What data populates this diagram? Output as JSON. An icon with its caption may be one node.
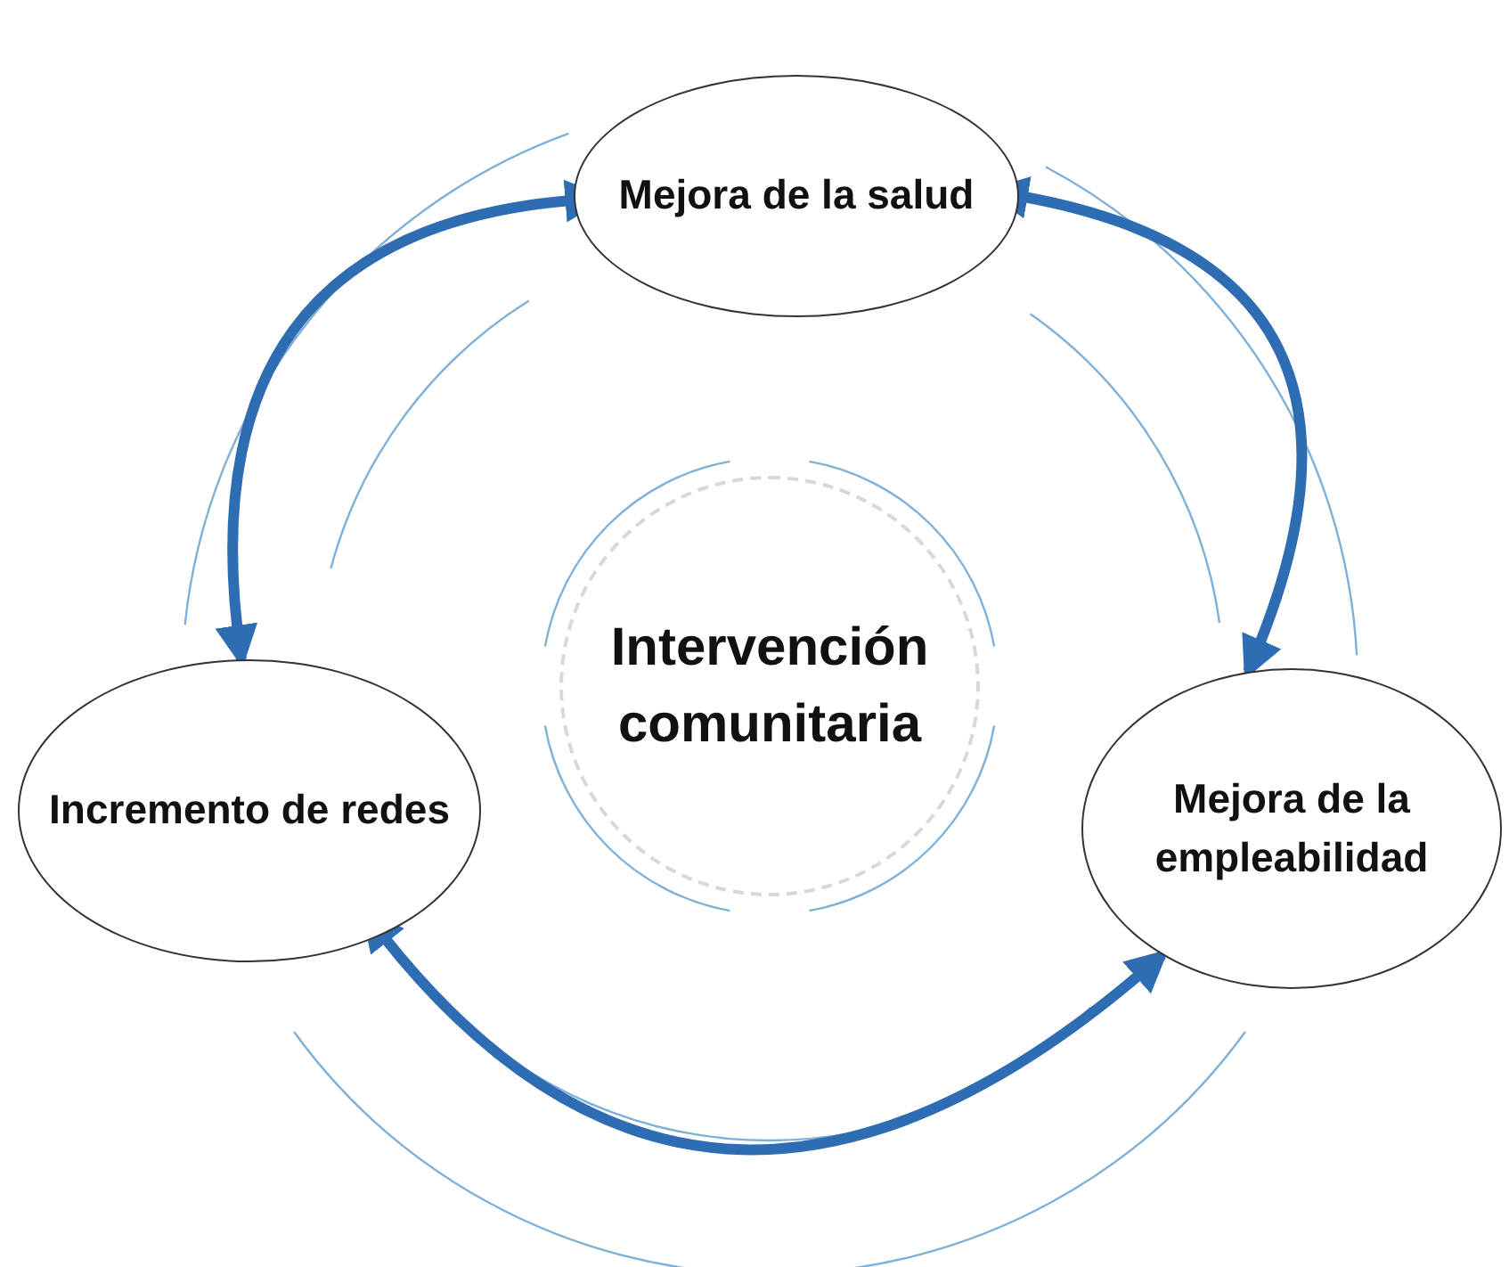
{
  "diagram": {
    "nodes": [
      {
        "text": [
          "Intervención comunitaria"
        ]
      },
      {
        "text": [
          "Mejora de la salud"
        ]
      },
      {
        "text": [
          "Incremento de redes"
        ]
      },
      {
        "text": [
          "Mejora de la empleabilidad"
        ]
      }
    ],
    "edges": [
      {
        "from": 1,
        "to": 2,
        "arrow": "both"
      },
      {
        "from": 1,
        "to": 3,
        "arrow": "both"
      },
      {
        "from": 2,
        "to": 3,
        "arrow": "both"
      }
    ]
  }
}
